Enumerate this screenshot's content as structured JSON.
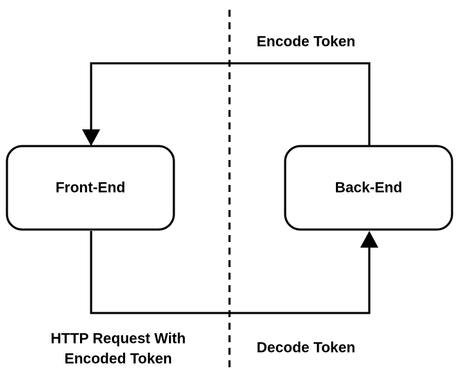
{
  "nodes": {
    "front_end": "Front-End",
    "back_end": "Back-End"
  },
  "labels": {
    "encode_token": "Encode Token",
    "decode_token": "Decode Token",
    "http_request_line1": "HTTP Request With",
    "http_request_line2": "Encoded Token"
  },
  "style": {
    "stroke_color": "#000000",
    "background": "#ffffff"
  }
}
